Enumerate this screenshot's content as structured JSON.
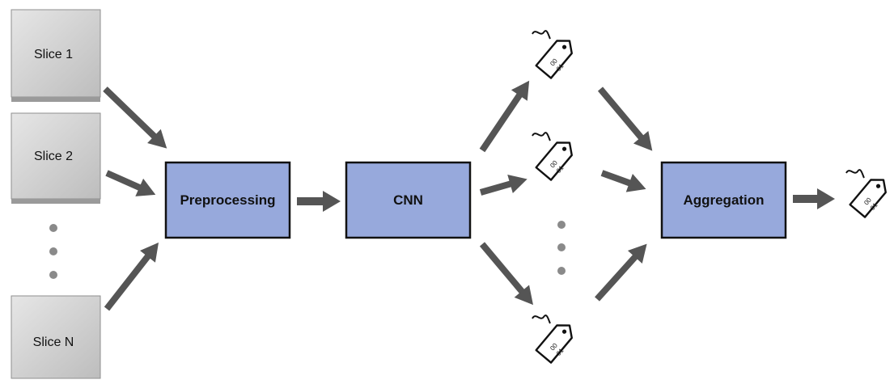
{
  "slices": [
    {
      "label": "Slice 1"
    },
    {
      "label": "Slice 2"
    },
    {
      "label": "Slice N"
    }
  ],
  "boxes": {
    "preprocessing": "Preprocessing",
    "cnn": "CNN",
    "aggregation": "Aggregation"
  },
  "tag": {
    "line1": "00",
    "line2": "01"
  },
  "colors": {
    "process_fill": "#97a9dc",
    "slice_face": "#cdcdcd",
    "arrow": "#555555",
    "dot": "#8a8a8a"
  }
}
